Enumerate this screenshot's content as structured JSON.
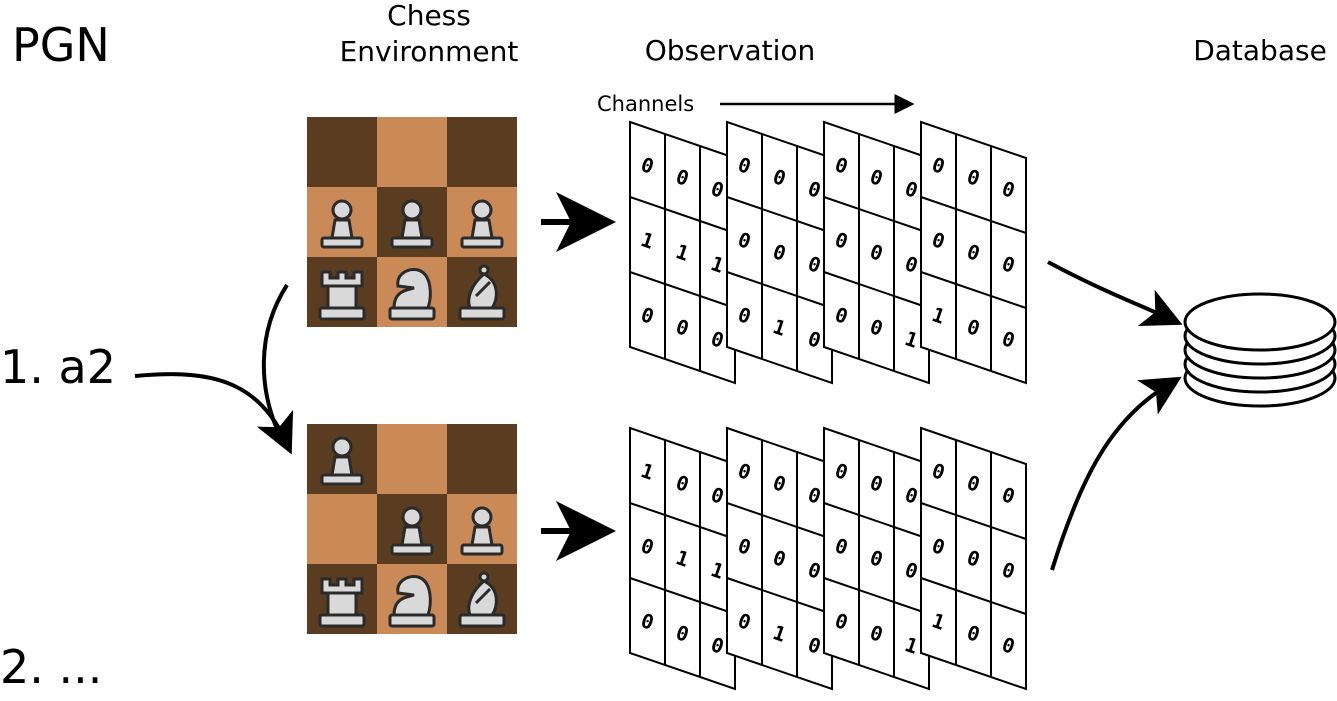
{
  "labels": {
    "pgn_title": "PGN",
    "move_1": "1. a2",
    "move_2": "2. ...",
    "chess_env_line1": "Chess",
    "chess_env_line2": "Environment",
    "observation": "Observation",
    "channels": "Channels",
    "database": "Database"
  },
  "colors": {
    "square_dark": "#5a3d20",
    "square_light": "#c98a58",
    "piece_fill": "#d9d9d9",
    "piece_outline": "#2a2a2a",
    "stroke": "#000000"
  },
  "boards": [
    {
      "name": "board-before-move",
      "squares": [
        [
          "dark",
          "light",
          "dark"
        ],
        [
          "light",
          "dark",
          "light"
        ],
        [
          "dark",
          "light",
          "dark"
        ]
      ],
      "pieces": [
        [
          "",
          "",
          ""
        ],
        [
          "pawn",
          "pawn",
          "pawn"
        ],
        [
          "rook",
          "knight",
          "bishop"
        ]
      ]
    },
    {
      "name": "board-after-move",
      "squares": [
        [
          "dark",
          "light",
          "dark"
        ],
        [
          "light",
          "dark",
          "light"
        ],
        [
          "dark",
          "light",
          "dark"
        ]
      ],
      "pieces": [
        [
          "pawn",
          "",
          ""
        ],
        [
          "",
          "pawn",
          "pawn"
        ],
        [
          "rook",
          "knight",
          "bishop"
        ]
      ]
    }
  ],
  "observations": [
    {
      "name": "observation-before-move",
      "channels": [
        [
          [
            "0",
            "0",
            "0"
          ],
          [
            "1",
            "1",
            "1"
          ],
          [
            "0",
            "0",
            "0"
          ]
        ],
        [
          [
            "0",
            "0",
            "0"
          ],
          [
            "0",
            "0",
            "0"
          ],
          [
            "0",
            "1",
            "0"
          ]
        ],
        [
          [
            "0",
            "0",
            "0"
          ],
          [
            "0",
            "0",
            "0"
          ],
          [
            "0",
            "0",
            "1"
          ]
        ],
        [
          [
            "0",
            "0",
            "0"
          ],
          [
            "0",
            "0",
            "0"
          ],
          [
            "1",
            "0",
            "0"
          ]
        ]
      ]
    },
    {
      "name": "observation-after-move",
      "channels": [
        [
          [
            "1",
            "0",
            "0"
          ],
          [
            "0",
            "1",
            "1"
          ],
          [
            "0",
            "0",
            "0"
          ]
        ],
        [
          [
            "0",
            "0",
            "0"
          ],
          [
            "0",
            "0",
            "0"
          ],
          [
            "0",
            "1",
            "0"
          ]
        ],
        [
          [
            "0",
            "0",
            "0"
          ],
          [
            "0",
            "0",
            "0"
          ],
          [
            "0",
            "0",
            "1"
          ]
        ],
        [
          [
            "0",
            "0",
            "0"
          ],
          [
            "0",
            "0",
            "0"
          ],
          [
            "1",
            "0",
            "0"
          ]
        ]
      ]
    }
  ]
}
